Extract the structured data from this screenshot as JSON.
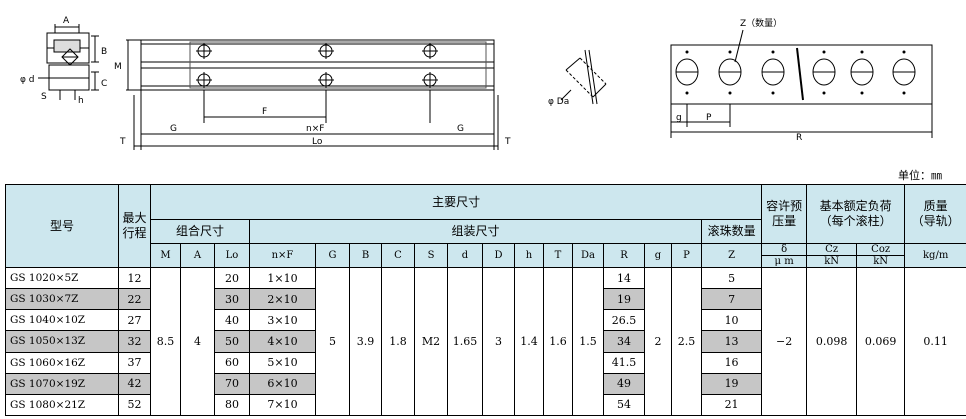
{
  "drawing_labels": {
    "a": "A",
    "b": "B",
    "m": "M",
    "c": "C",
    "d": "φ d",
    "s": "S",
    "h": "h",
    "f": "F",
    "g_left": "G",
    "nxf": "n×F",
    "g_right": "G",
    "t_left": "T",
    "lo": "Lo",
    "t_right": "T",
    "z_count": "Z（数量）",
    "da": "φ Da",
    "g_small": "g",
    "p": "P",
    "r": "R"
  },
  "unit_note": "单位：㎜",
  "header": {
    "model": "型号",
    "max_stroke": "最大\n行程",
    "main_dims": "主要尺寸",
    "combined_dims": "组合尺寸",
    "assembly_dims": "组装尺寸",
    "ball_count": "滚珠数量",
    "preload": "容许预\n压量",
    "load_rating": "基本额定负荷\n（每个滚柱）",
    "mass": "质量\n（导轨）",
    "cols": {
      "M": "M",
      "A": "A",
      "Lo": "Lo",
      "nxF": "n×F",
      "G": "G",
      "B": "B",
      "C": "C",
      "S": "S",
      "d": "d",
      "D": "D",
      "h": "h",
      "T": "T",
      "Da": "Da",
      "R": "R",
      "g": "g",
      "P": "P",
      "Z": "Z",
      "delta": "δ",
      "delta_unit": "μ m",
      "Cz": "Cz",
      "Cz_unit": "kN",
      "Coz": "Coz",
      "Coz_unit": "kN",
      "mass_unit": "kg/m"
    }
  },
  "rows": [
    {
      "model": "GS 1020×5Z",
      "stroke": "12",
      "lo": "20",
      "nxf": "1×10",
      "r": "14",
      "z": "5"
    },
    {
      "model": "GS 1030×7Z",
      "stroke": "22",
      "lo": "30",
      "nxf": "2×10",
      "r": "19",
      "z": "7"
    },
    {
      "model": "GS 1040×10Z",
      "stroke": "27",
      "lo": "40",
      "nxf": "3×10",
      "r": "26.5",
      "z": "10"
    },
    {
      "model": "GS 1050×13Z",
      "stroke": "32",
      "lo": "50",
      "nxf": "4×10",
      "r": "34",
      "z": "13"
    },
    {
      "model": "GS 1060×16Z",
      "stroke": "37",
      "lo": "60",
      "nxf": "5×10",
      "r": "41.5",
      "z": "16"
    },
    {
      "model": "GS 1070×19Z",
      "stroke": "42",
      "lo": "70",
      "nxf": "6×10",
      "r": "49",
      "z": "19"
    },
    {
      "model": "GS 1080×21Z",
      "stroke": "52",
      "lo": "80",
      "nxf": "7×10",
      "r": "54",
      "z": "21"
    }
  ],
  "shared": {
    "M": "8.5",
    "A": "4",
    "G": "5",
    "B": "3.9",
    "C": "1.8",
    "S": "M2",
    "d": "1.65",
    "D": "3",
    "h": "1.4",
    "T": "1.6",
    "Da": "1.5",
    "g": "2",
    "P": "2.5",
    "delta": "−2",
    "Cz": "0.098",
    "Coz": "0.069",
    "mass": "0.11"
  }
}
